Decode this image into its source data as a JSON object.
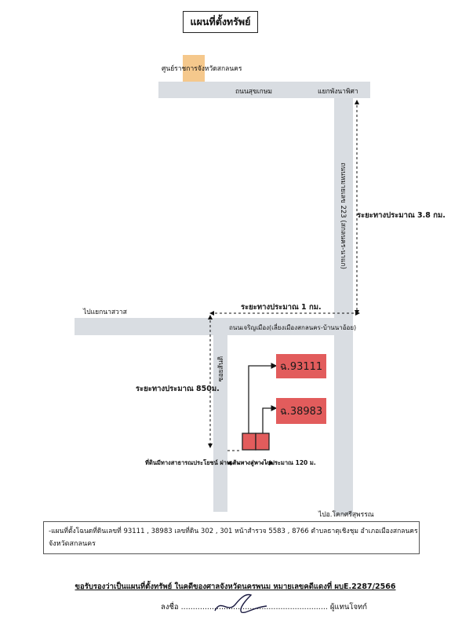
{
  "title": "แผนที่ตั้งทรัพย์",
  "landmark": {
    "label": "ศูนย์ราชการจังหวัดสกลนคร",
    "color": "#f5c88c"
  },
  "roads": {
    "top_road": "ถนนสุขเกษม",
    "intersection_top": "แยกพังนาพิศา",
    "vertical_main": "ถนนหมายเลข 223 (สกลนคร-นาแก)",
    "middle_road": "ถนนเจริญเมือง(เลี่ยงเมืองสกลนคร-บ้านนาอ้อย)",
    "left_direction": "ไปแยกนาสวาส",
    "side_lane": "ซอยสันติ",
    "bottom_direction": "ไปอ.โคกศรีสุพรรณ"
  },
  "distances": {
    "vertical": "ระยะทางประมาณ 3.8 กม.",
    "horizontal": "ระยะทางประมาณ 1 กม.",
    "lane": "ระยะทางประมาณ 850ม.",
    "bottom_note": "ที่ดินมีทางสาธารณประโยชน์ ผ่านเส้นทางสู่ทางไปประมาณ 120 ม."
  },
  "parcels": [
    {
      "label": "ฉ.93111"
    },
    {
      "label": "ฉ.38983"
    }
  ],
  "legal": {
    "line1": "-แผนที่ตั้งโฉนดที่ดินเลขที่ 93111 , 38983 เลขที่ดิน 302 , 301 หน้าสำรวจ 5583 , 8766 ตำบลธาตุเชิงชุม อำเภอเมืองสกลนคร",
    "line2": "จังหวัดสกลนคร"
  },
  "certification": "ขอรับรองว่าเป็นแผนที่ตั้งทรัพย์ ในคดีของศาลจังหวัดนครพนม หมายเลขคดีแดงที่ ผบE.2287/2566",
  "signature": {
    "sign_label": "ลงชื่อ",
    "role": "ผู้แทนโจทก์"
  },
  "colors": {
    "road": "#d9dde2",
    "parcel": "#e25c5c",
    "landmark": "#f5c88c"
  }
}
